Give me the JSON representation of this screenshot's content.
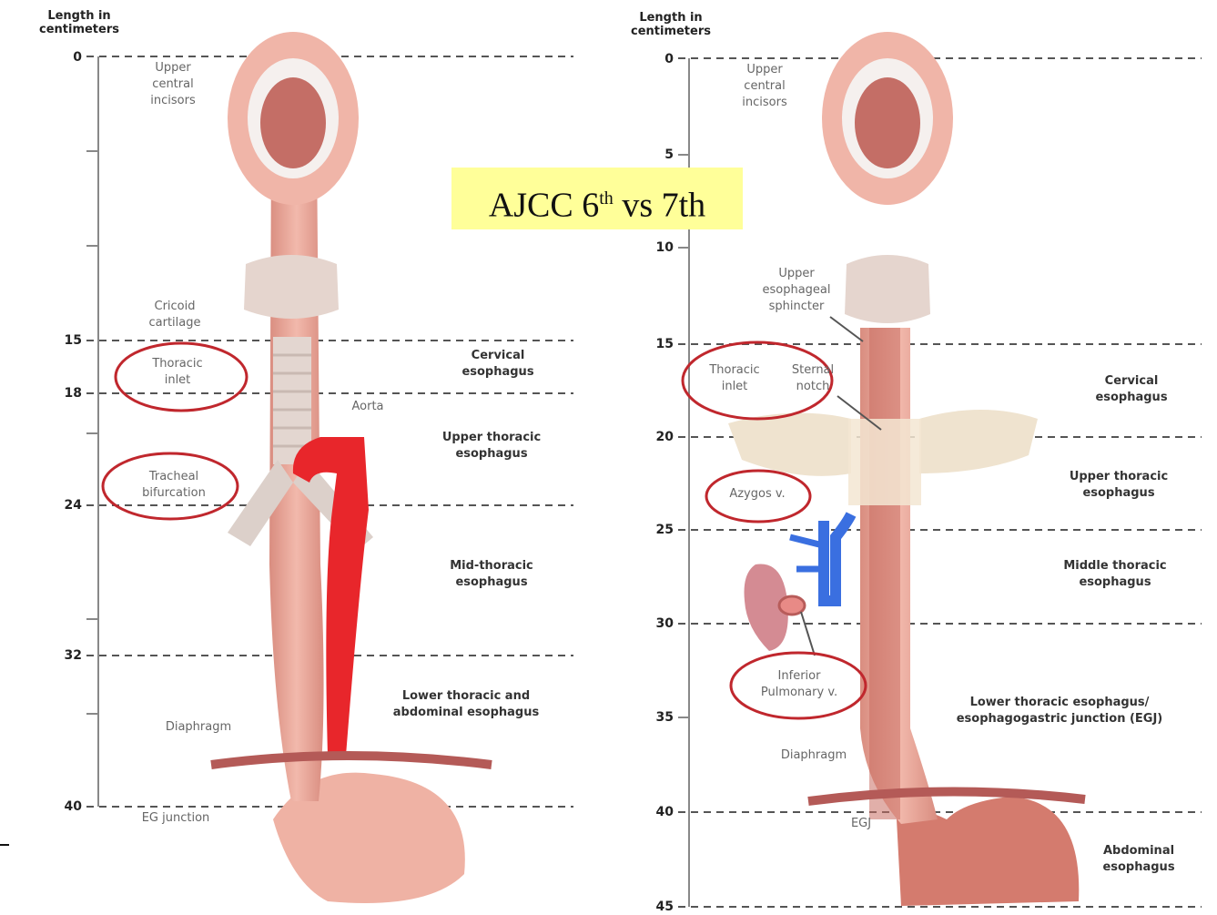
{
  "title": {
    "text": "AJCC 6",
    "sup": "th",
    "rest": " vs 7th"
  },
  "left": {
    "axis_header": "Length in centimeters",
    "ticks": [
      "0",
      "15",
      "18",
      "24",
      "32",
      "40"
    ],
    "labels": {
      "upper_central_incisors": "Upper central incisors",
      "cricoid_cartilage": "Cricoid cartilage",
      "thoracic_inlet": "Thoracic inlet",
      "tracheal_bifurcation": "Tracheal bifurcation",
      "aorta": "Aorta",
      "diaphragm": "Diaphragm",
      "eg_junction": "EG junction"
    },
    "segments": {
      "cervical": "Cervical esophagus",
      "upper_thoracic": "Upper thoracic esophagus",
      "mid_thoracic": "Mid-thoracic esophagus",
      "lower_thoracic": "Lower thoracic and abdominal esophagus"
    }
  },
  "right": {
    "axis_header": "Length in centimeters",
    "ticks": [
      "0",
      "5",
      "10",
      "15",
      "20",
      "25",
      "30",
      "35",
      "40",
      "45"
    ],
    "labels": {
      "upper_central_incisors": "Upper central incisors",
      "upper_esophageal_sphincter": "Upper esophageal sphincter",
      "thoracic_inlet": "Thoracic inlet",
      "sternal_notch": "Sternal notch",
      "azygos_v": "Azygos v.",
      "inferior_pulmonary_v": "Inferior Pulmonary v.",
      "diaphragm": "Diaphragm",
      "egj": "EGJ"
    },
    "segments": {
      "cervical": "Cervical esophagus",
      "upper_thoracic": "Upper thoracic esophagus",
      "middle_thoracic": "Middle thoracic esophagus",
      "lower_thoracic": "Lower thoracic esophagus/ esophagogastric junction (EGJ)",
      "abdominal": "Abdominal esophagus"
    }
  },
  "colors": {
    "highlight": "#ffff99",
    "circle": "#c0272d",
    "aorta": "#e8262b",
    "vein": "#3a6fe0",
    "tissue": "#e9a394"
  }
}
